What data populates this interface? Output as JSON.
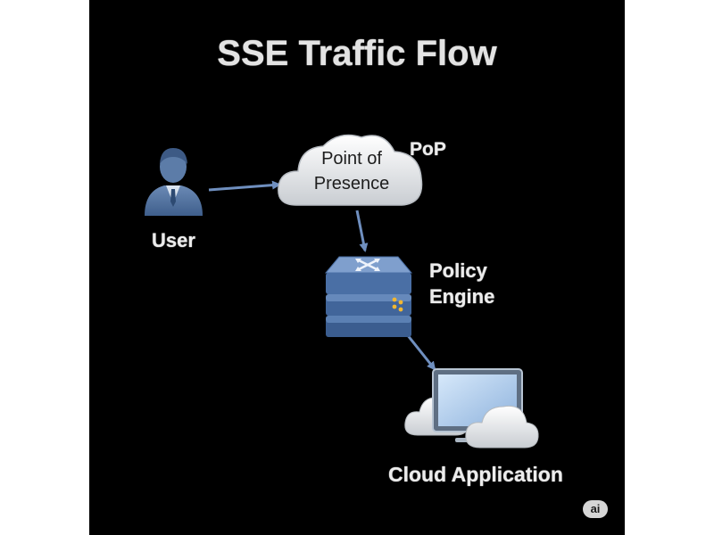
{
  "diagram": {
    "title": "SSE Traffic Flow",
    "nodes": {
      "user": {
        "label": "User",
        "icon": "user-icon"
      },
      "pop": {
        "inner_line1": "Point of",
        "inner_line2": "Presence",
        "label": "PoP",
        "icon": "cloud-icon"
      },
      "policy_engine": {
        "label_line1": "Policy",
        "label_line2": "Engine",
        "icon": "network-switch-icon"
      },
      "cloud_application": {
        "label": "Cloud Application",
        "icon": "monitor-cloud-icon"
      }
    },
    "edges": [
      {
        "from": "user",
        "to": "pop"
      },
      {
        "from": "pop",
        "to": "policy_engine"
      },
      {
        "from": "policy_engine",
        "to": "cloud_application"
      }
    ],
    "badge": "ai"
  },
  "colors": {
    "background": "#000000",
    "label_text": "#ececec",
    "arrow": "#6f8fbf",
    "user_icon": "#4d6f9c",
    "switch_blue": "#4a6fa5",
    "switch_indicator": "#f2b731",
    "monitor_screen": "#a9c9ea"
  }
}
